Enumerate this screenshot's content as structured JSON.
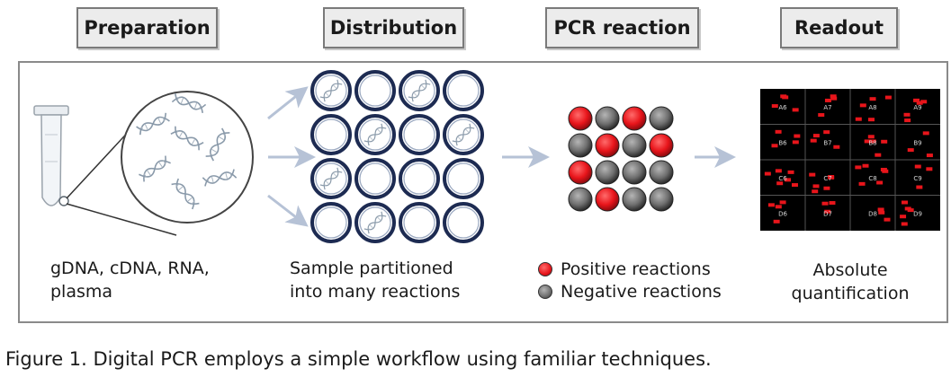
{
  "headers": {
    "preparation": "Preparation",
    "distribution": "Distribution",
    "pcr_reaction": "PCR  reaction",
    "readout": "Readout"
  },
  "labels": {
    "preparation": [
      "gDNA, cDNA, RNA,",
      "plasma"
    ],
    "distribution": [
      "Sample partitioned",
      "into many reactions"
    ],
    "readout": [
      "Absolute",
      "quantification"
    ]
  },
  "legend": {
    "positive": "Positive reactions",
    "negative": "Negative reactions"
  },
  "readout_wells": {
    "rows": [
      [
        "A6",
        "A7",
        "A8",
        "A9"
      ],
      [
        "B6",
        "B7",
        "B8",
        "B9"
      ],
      [
        "C6",
        "C7",
        "C8",
        "C9"
      ],
      [
        "D6",
        "D7",
        "D8",
        "D9"
      ]
    ]
  },
  "caption": "Figure 1. Digital PCR employs a simple workflow using familiar techniques.",
  "colors": {
    "positive": "#e8151b",
    "negative": "#6f6f6f",
    "arrow": "#b6c2d6",
    "partition_ring": "#1d2b52",
    "readout_bg": "#000000"
  }
}
